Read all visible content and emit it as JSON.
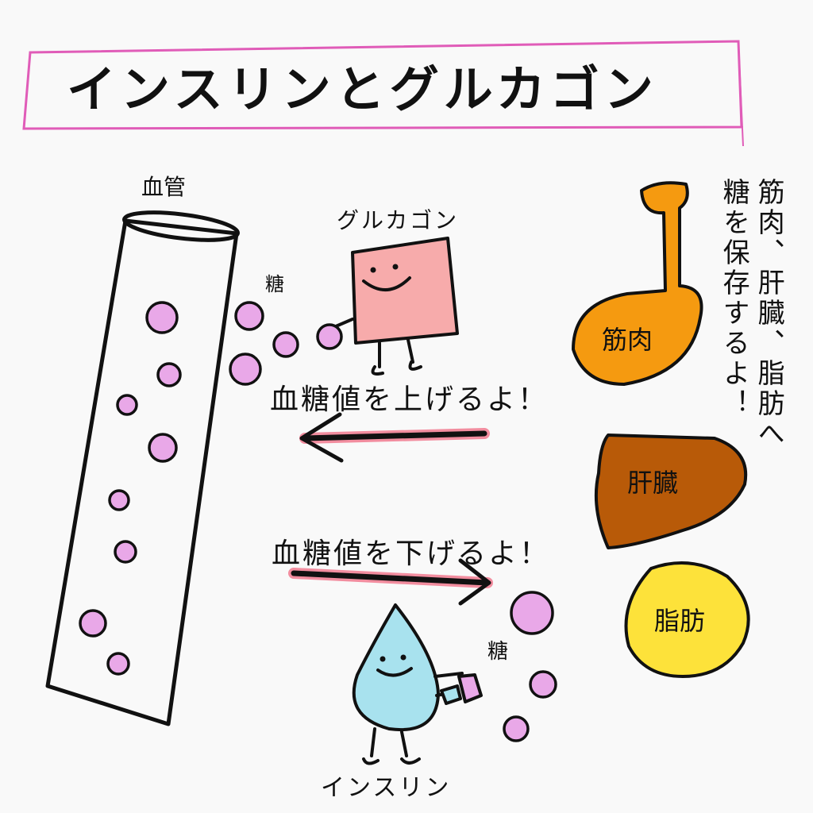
{
  "title": "インスリンとグルカゴン",
  "labels": {
    "blood_vessel": "血管",
    "glucagon": "グルカゴン",
    "insulin": "インスリン",
    "sugar_top": "糖",
    "sugar_bottom": "糖",
    "raise_text": "血糖値を上げるよ！",
    "lower_text": "血糖値を下げるよ！",
    "storage_line1": "筋肉、肝臓、脂肪へ",
    "storage_line2": "糖を保存するよ！",
    "muscle": "筋肉",
    "liver": "肝臓",
    "fat": "脂肪"
  },
  "colors": {
    "title_frame": "#e05cb8",
    "vessel": "#f07470",
    "sugar": "#e9a8e8",
    "glucagon_body": "#f7abab",
    "insulin_body": "#a8e2ee",
    "arrow_glow": "#f0607a",
    "muscle": "#f59a10",
    "liver": "#b85a08",
    "fat": "#fde23a"
  },
  "icons": {
    "vessel": "blood-vessel-tube",
    "glucagon": "smiling-square-character",
    "insulin": "smiling-water-drop-character",
    "muscle": "muscle-leg-shape",
    "liver": "liver-shape",
    "fat": "fat-blob-shape"
  }
}
